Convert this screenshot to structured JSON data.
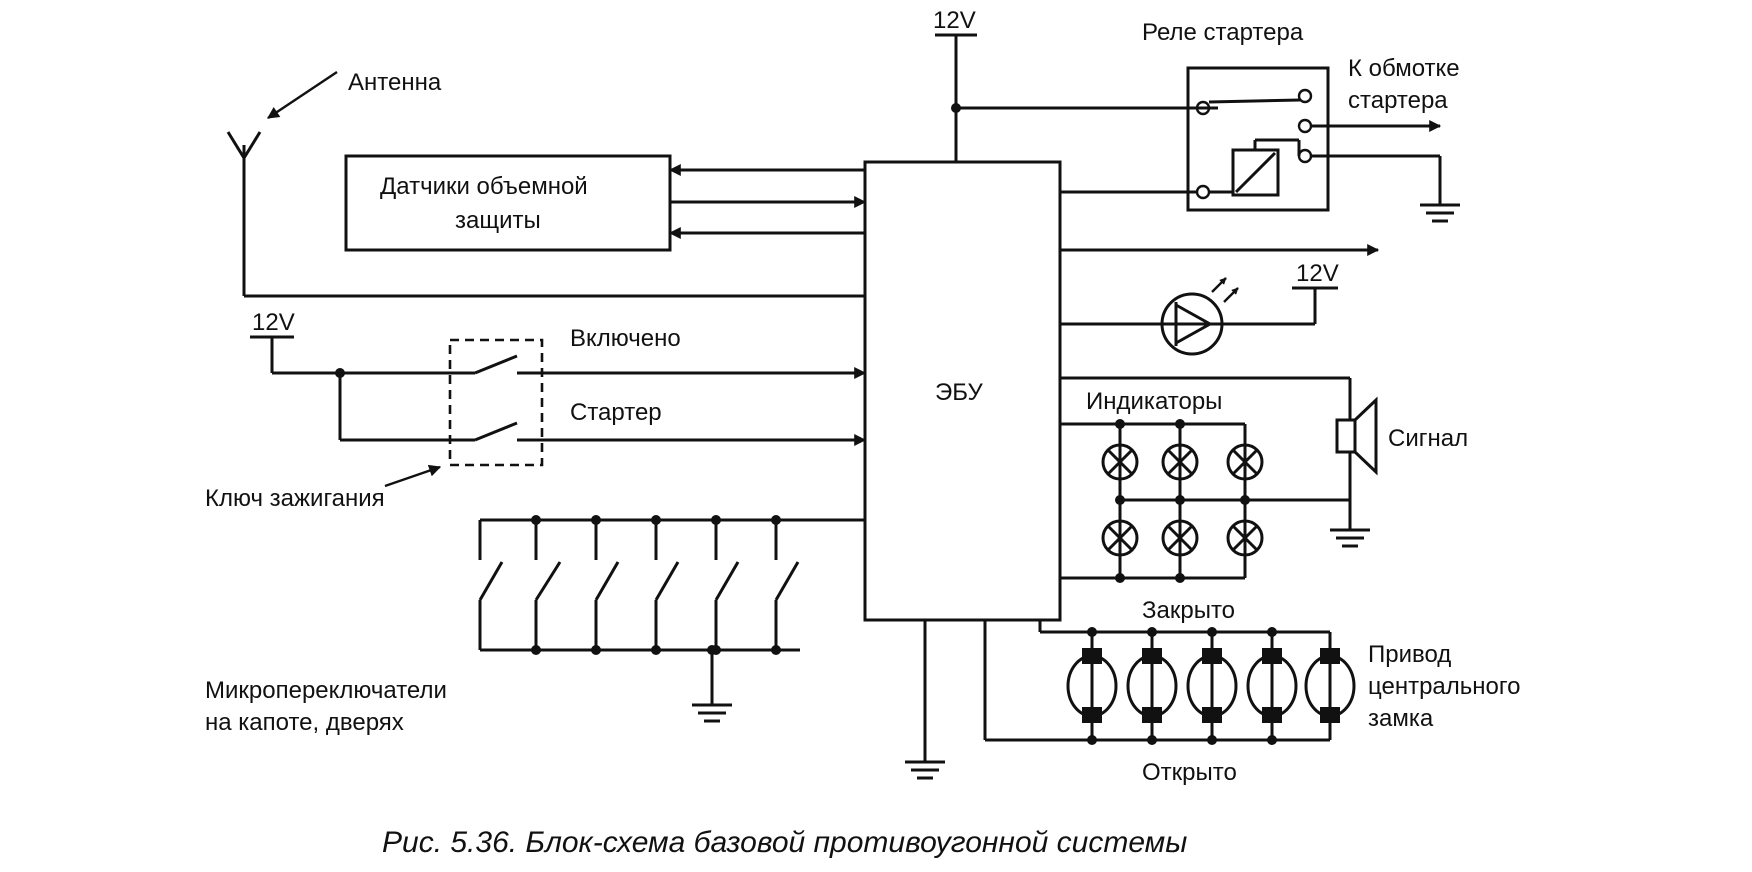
{
  "labels": {
    "power_top": "12V",
    "starter_relay": "Реле стартера",
    "to_starter_winding_1": "К обмотке",
    "to_starter_winding_2": "стартера",
    "antenna": "Антенна",
    "sensors_1": "Датчики объемной",
    "sensors_2": "защиты",
    "power_right": "12V",
    "power_left": "12V",
    "ignition_on": "Включено",
    "starter": "Стартер",
    "ecu": "ЭБУ",
    "indicators": "Индикаторы",
    "signal": "Сигнал",
    "ignition_key": "Ключ зажигания",
    "closed": "Закрыто",
    "lock_drive_1": "Привод",
    "lock_drive_2": "центрального",
    "lock_drive_3": "замка",
    "microswitches_1": "Микропереключатели",
    "microswitches_2": "на капоте, дверях",
    "opened": "Открыто"
  },
  "caption": "Рис. 5.36. Блок-схема базовой противоугонной системы"
}
